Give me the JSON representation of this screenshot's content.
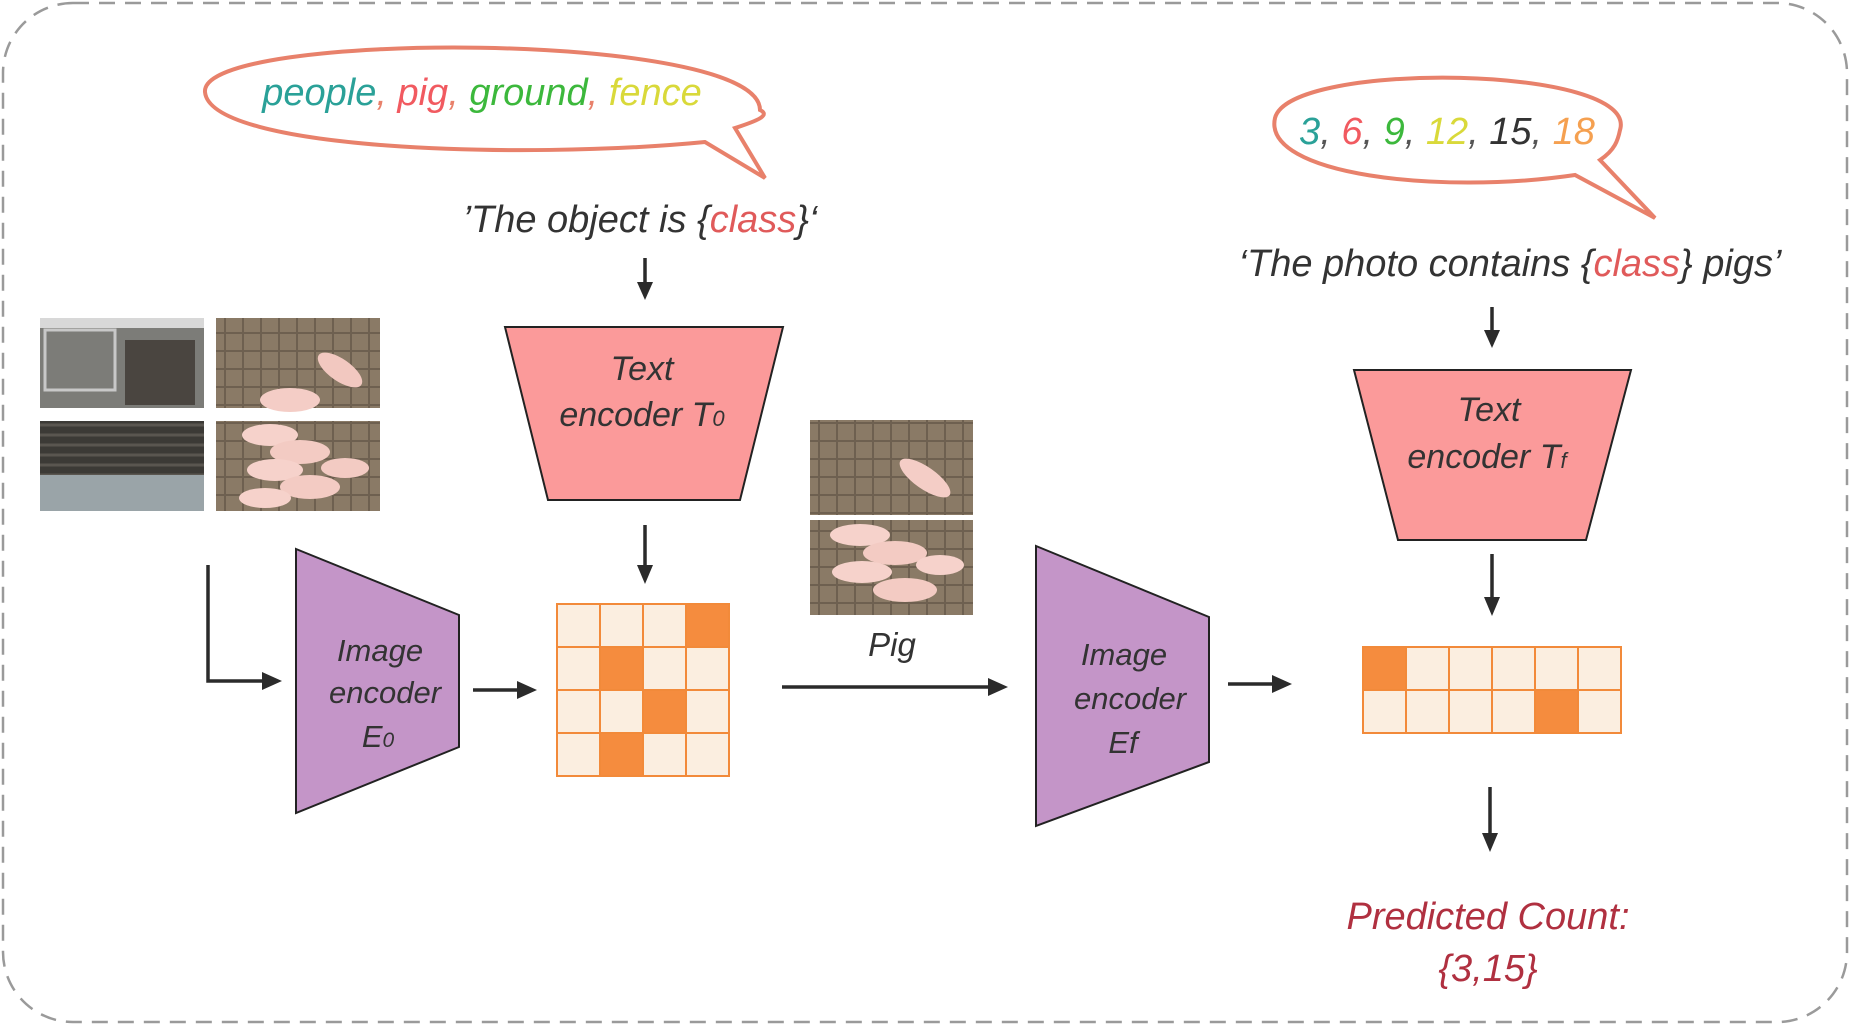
{
  "bubble1": {
    "words": [
      {
        "text": "people",
        "color": "#2aa198"
      },
      {
        "text": ", ",
        "color": "#e8816b"
      },
      {
        "text": "pig",
        "color": "#f15a60"
      },
      {
        "text": ", ",
        "color": "#e8816b"
      },
      {
        "text": "ground",
        "color": "#3cb83c"
      },
      {
        "text": ", ",
        "color": "#e8816b"
      },
      {
        "text": "fence",
        "color": "#d9d93a"
      }
    ]
  },
  "prompt1": {
    "prefix": "’The object is {",
    "class_word": "class",
    "suffix": "}‘"
  },
  "text_encoder_1": {
    "line1": "Text",
    "line2": "encoder T",
    "sub": "0"
  },
  "image_encoder_1": {
    "line1": "Image",
    "line2": "encoder",
    "line3": "E",
    "sub": "0"
  },
  "image_label": "Pig",
  "image_encoder_2": {
    "line1": "Image",
    "line2": "encoder",
    "line3": "Ef"
  },
  "bubble2": {
    "items": [
      {
        "text": "3",
        "color": "#2aa198"
      },
      {
        "text": ", ",
        "color": "#555555"
      },
      {
        "text": "6",
        "color": "#f15a60"
      },
      {
        "text": ", ",
        "color": "#555555"
      },
      {
        "text": "9",
        "color": "#3cb83c"
      },
      {
        "text": ", ",
        "color": "#555555"
      },
      {
        "text": "12",
        "color": "#d9d93a"
      },
      {
        "text": ", ",
        "color": "#555555"
      },
      {
        "text": "15",
        "color": "#333333"
      },
      {
        "text": ", ",
        "color": "#555555"
      },
      {
        "text": "18",
        "color": "#f5a050"
      }
    ]
  },
  "prompt2": {
    "prefix": "‘The photo contains {",
    "class_word": "class",
    "suffix": "} pigs’"
  },
  "text_encoder_2": {
    "line1": "Text",
    "line2": "encoder T",
    "sub": "f"
  },
  "result": {
    "line1": "Predicted Count:",
    "line2": "{3,15}"
  },
  "colors": {
    "class_word": "#e05a5a",
    "result": "#b03040",
    "cell_fill": "#fbeee0",
    "cell_active": "#f58c3e"
  },
  "grid1_active": [
    [
      0,
      3
    ],
    [
      1,
      1
    ],
    [
      2,
      2
    ],
    [
      3,
      1
    ]
  ],
  "grid2_active": [
    [
      0,
      0
    ],
    [
      1,
      4
    ]
  ]
}
